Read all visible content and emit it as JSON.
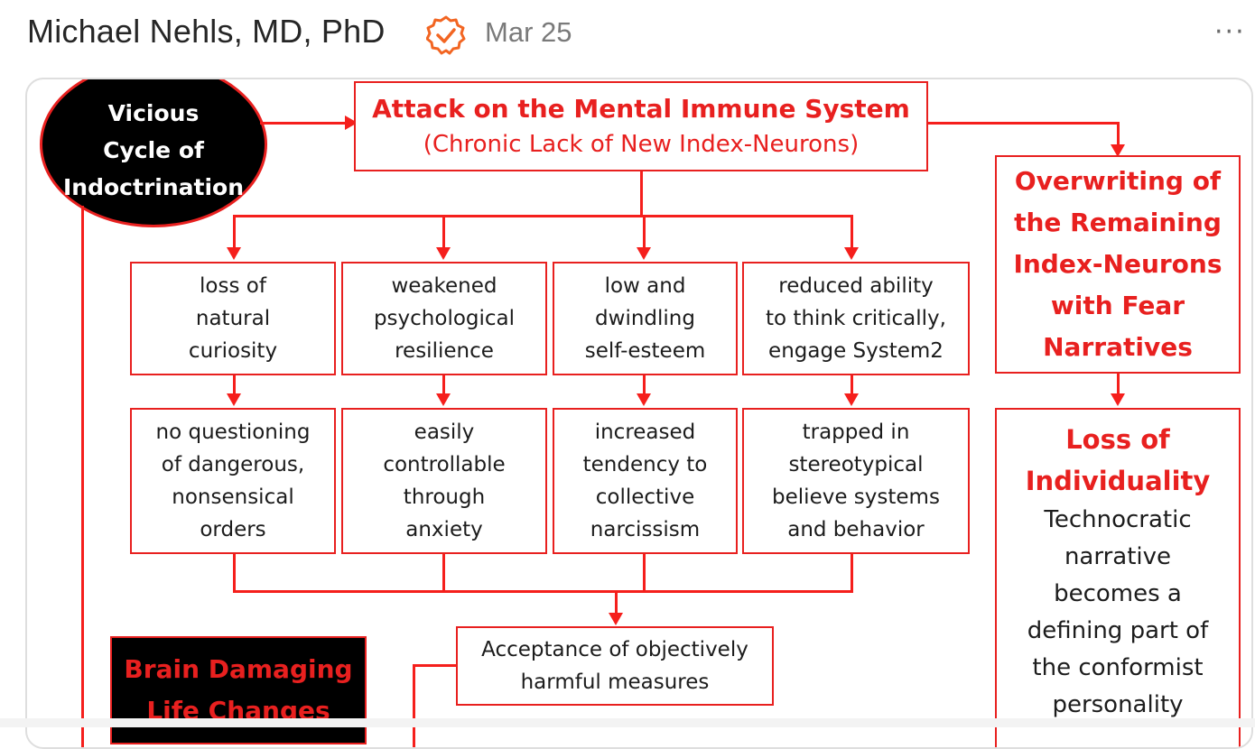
{
  "post": {
    "author": "Michael Nehls, MD, PhD",
    "date": "Mar 25",
    "more_label": "···",
    "verified_icon": "verified-badge-icon",
    "verified_color": "#f26522"
  },
  "diagram": {
    "cycle_label": "Vicious\nCycle of\nIndoctrination",
    "attack_title": "Attack on the Mental Immune System",
    "attack_subtitle": "(Chronic Lack of New Index-Neurons)",
    "effects_row1": [
      "loss of\nnatural\ncuriosity",
      "weakened\npsychological\nresilience",
      "low and\ndwindling\nself-esteem",
      "reduced ability\nto think critically,\nengage System2"
    ],
    "effects_row2": [
      "no questioning\nof dangerous,\nnonsensical\norders",
      "easily\ncontrollable\nthrough\nanxiety",
      "increased\ntendency to\ncollective\nnarcissism",
      "trapped in\nstereotypical\nbelieve systems\nand behavior"
    ],
    "acceptance": "Acceptance of objectively\nharmful measures",
    "brain_damage": "Brain Damaging\nLife Changes",
    "overwriting": "Overwriting of\nthe Remaining\nIndex-Neurons\nwith Fear\nNarratives",
    "loss_title": "Loss of\nIndividuality",
    "loss_body": "Technocratic\nnarrative\nbecomes a\ndefining part of\nthe conformist\npersonality",
    "colors": {
      "accent_red": "#e8201f",
      "line_red": "#f51f1c",
      "dark": "#000000"
    }
  }
}
